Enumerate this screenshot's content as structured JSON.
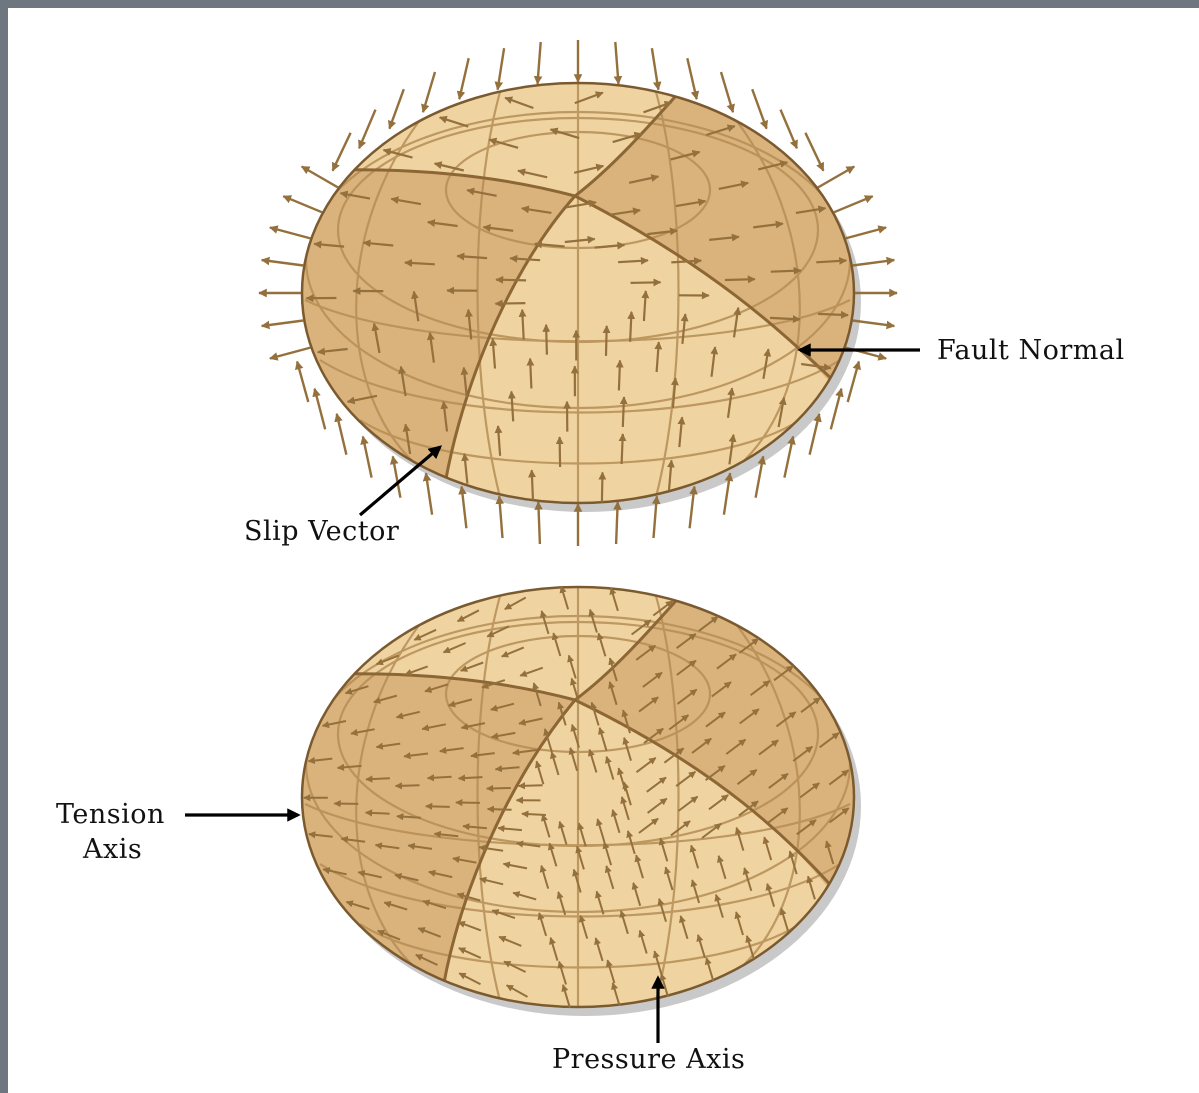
{
  "labels": {
    "fault_normal": "Fault Normal",
    "slip_vector": "Slip Vector",
    "tension_line1": "Tension",
    "tension_line2": "Axis",
    "pressure_axis": "Pressure Axis"
  },
  "colors": {
    "light_quadrant": "#efd4a2",
    "dark_quadrant": "#dab27c",
    "grid": "#b58d55",
    "nodal_plane": "#8c6634",
    "arrow": "#94703c",
    "frame_border": "#6e7780",
    "label_text": "#111111"
  },
  "icons": {
    "arrow_style": "brown-vector-arrow",
    "leader_style": "black-pointer-arrow"
  }
}
